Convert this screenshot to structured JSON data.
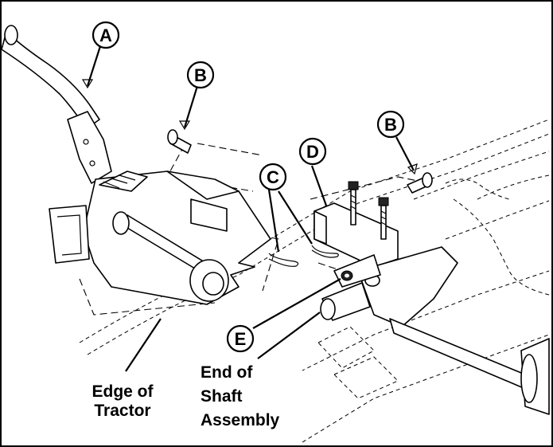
{
  "callouts": {
    "a": "A",
    "b1": "B",
    "b2": "B",
    "c": "C",
    "d": "D",
    "e": "E"
  },
  "labels": {
    "edge_of_tractor": [
      "Edge of",
      "Tractor"
    ],
    "end_of_shaft_assembly": [
      "End of",
      "Shaft",
      "Assembly"
    ]
  }
}
